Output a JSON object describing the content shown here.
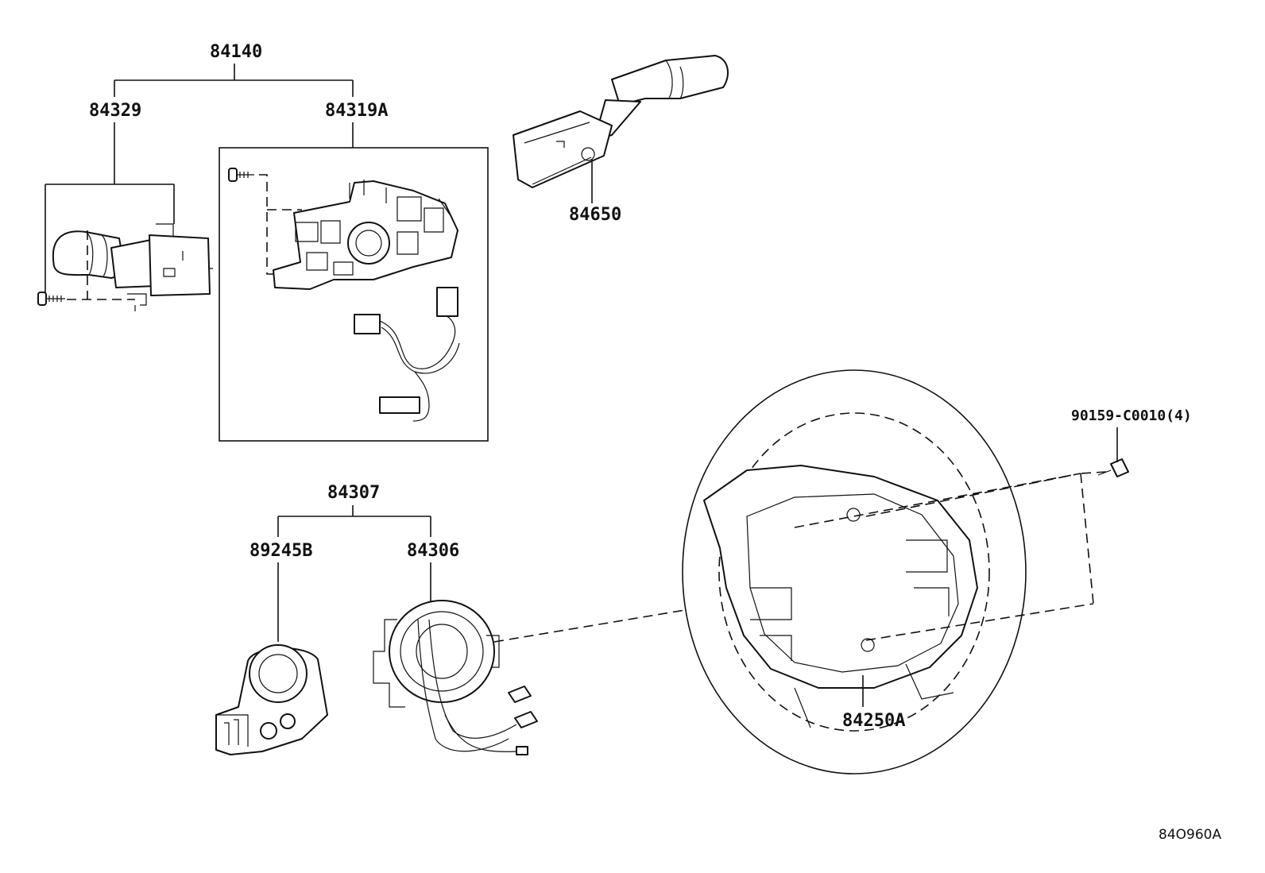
{
  "diagram": {
    "labels": {
      "p84140": "84140",
      "p84329": "84329",
      "p84319A": "84319A",
      "p84650": "84650",
      "p84307": "84307",
      "p89245B": "89245B",
      "p84306": "84306",
      "p84250A": "84250A",
      "p90159": "90159-C0010(4)",
      "ref": "84O960A"
    }
  }
}
